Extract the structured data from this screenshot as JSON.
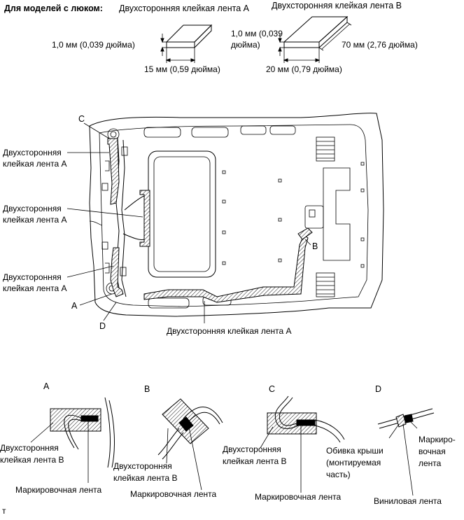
{
  "header": {
    "models_label": "Для моделей с люком:",
    "tape_a_title": "Двухсторонняя клейкая лента A",
    "tape_b_title": "Двухсторонняя клейкая лента B"
  },
  "tape_a_dims": {
    "thickness": "1,0 мм (0,039 дюйма)",
    "width": "15 мм (0,59 дюйма)"
  },
  "tape_b_dims": {
    "thickness_line1": "1,0 мм (0,039",
    "thickness_line2": "дюйма)",
    "length": "70 мм (2,76 дюйма)",
    "width": "20 мм (0,79 дюйма)"
  },
  "main_diagram": {
    "label_c": "C",
    "label_a": "A",
    "label_d": "D",
    "label_b": "B",
    "callout1_line1": "Двухсторонняя",
    "callout1_line2": "клейкая лента A",
    "callout2_line1": "Двухсторонняя",
    "callout2_line2": "клейкая лента A",
    "callout3_line1": "Двухсторонняя",
    "callout3_line2": "клейкая лента A",
    "bottom_callout": "Двухсторонняя клейкая лента A"
  },
  "details": {
    "a": {
      "letter": "A",
      "tape_line1": "Двухсторонняя",
      "tape_line2": "клейкая лента B",
      "marking": "Маркировочная лента"
    },
    "b": {
      "letter": "B",
      "tape_line1": "Двухсторонняя",
      "tape_line2": "клейкая лента B",
      "marking": "Маркировочная лента"
    },
    "c": {
      "letter": "C",
      "tape_line1": "Двухсторонняя",
      "tape_line2": "клейкая лента B",
      "marking": "Маркировочная лента"
    },
    "d": {
      "letter": "D",
      "headliner_line1": "Обивка крыши",
      "headliner_line2": "(монтируемая",
      "headliner_line3": "часть)",
      "marking_line1": "Маркиро-",
      "marking_line2": "вочная",
      "marking_line3": "лента",
      "vinyl": "Виниловая лента"
    }
  },
  "footer_mark": "т"
}
